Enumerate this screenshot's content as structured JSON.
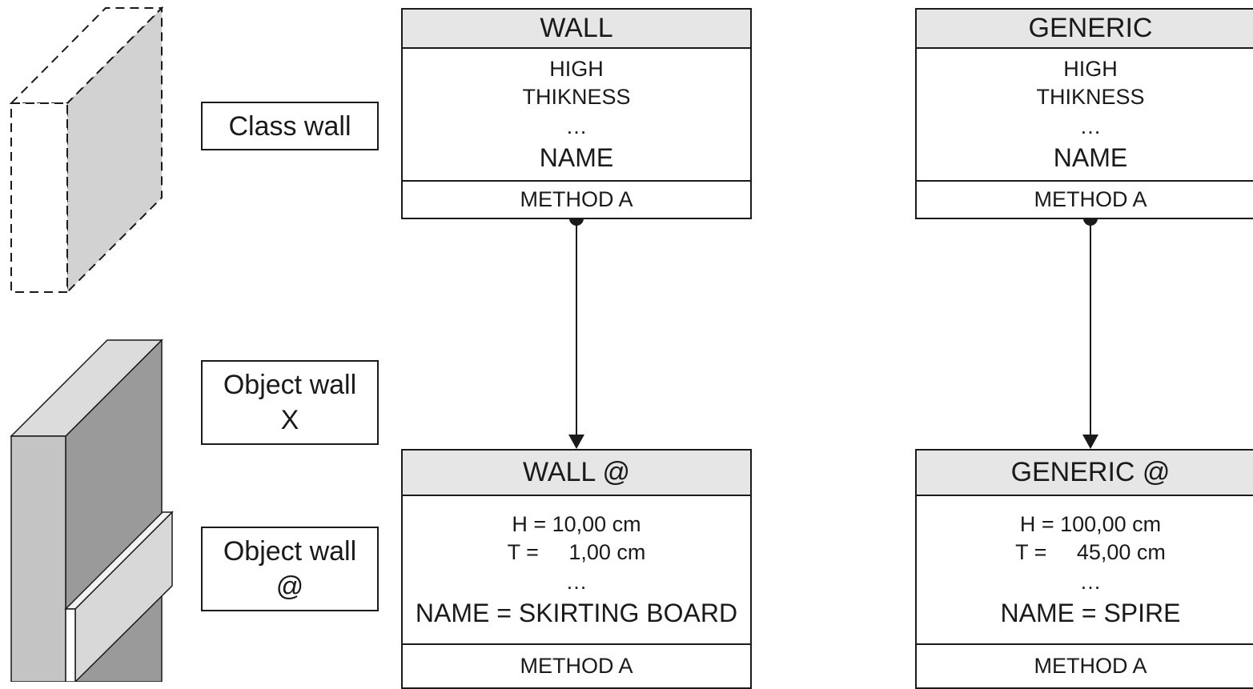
{
  "labels": {
    "class_wall": [
      "Class wall"
    ],
    "object_wall_x": [
      "Object wall",
      "X"
    ],
    "object_wall_at": [
      "Object wall",
      "@"
    ]
  },
  "classes": {
    "wall": {
      "title": "WALL",
      "attributes": [
        "HIGH",
        "THIKNESS",
        "…"
      ],
      "name_attr": "NAME",
      "method": "METHOD A"
    },
    "generic": {
      "title": "GENERIC",
      "attributes": [
        "HIGH",
        "THIKNESS",
        "…"
      ],
      "name_attr": "NAME",
      "method": "METHOD A"
    }
  },
  "objects": {
    "wall_at": {
      "title": "WALL @",
      "attributes": [
        "H = 10,00 cm",
        "T =     1,00 cm",
        "…"
      ],
      "name_attr": "NAME = SKIRTING BOARD",
      "method": "METHOD A"
    },
    "generic_at": {
      "title": "GENERIC @",
      "attributes": [
        "H = 100,00 cm",
        "T =     45,00 cm",
        "…"
      ],
      "name_attr": "NAME = SPIRE",
      "method": "METHOD A"
    }
  },
  "colors": {
    "line": "#1a1a1a",
    "header_fill": "#e6e6e6",
    "wall_front": "#c4c4c4",
    "wall_side": "#9a9a9a",
    "wall_top": "#dcdcdc",
    "class_wall_side": "#d2d2d2"
  }
}
